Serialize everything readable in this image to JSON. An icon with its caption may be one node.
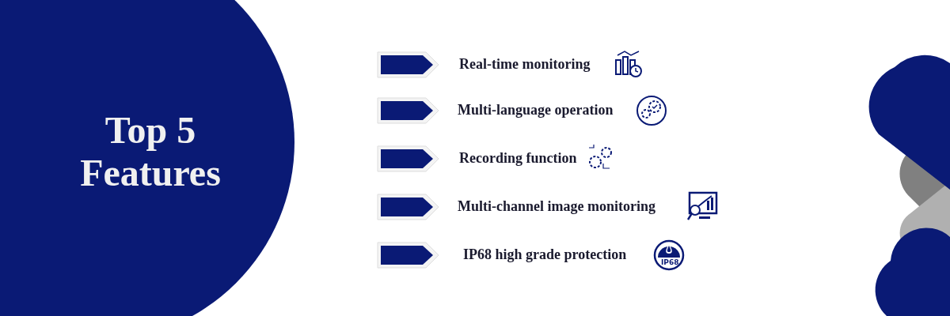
{
  "diagram": {
    "title": "Top 5 Features",
    "labels": [
      "Real-time monitoring",
      "Multi-language operation",
      "Recording function",
      "Multi-channel image monitoring",
      "IP68 high grade protection",
      "IP68"
    ]
  }
}
